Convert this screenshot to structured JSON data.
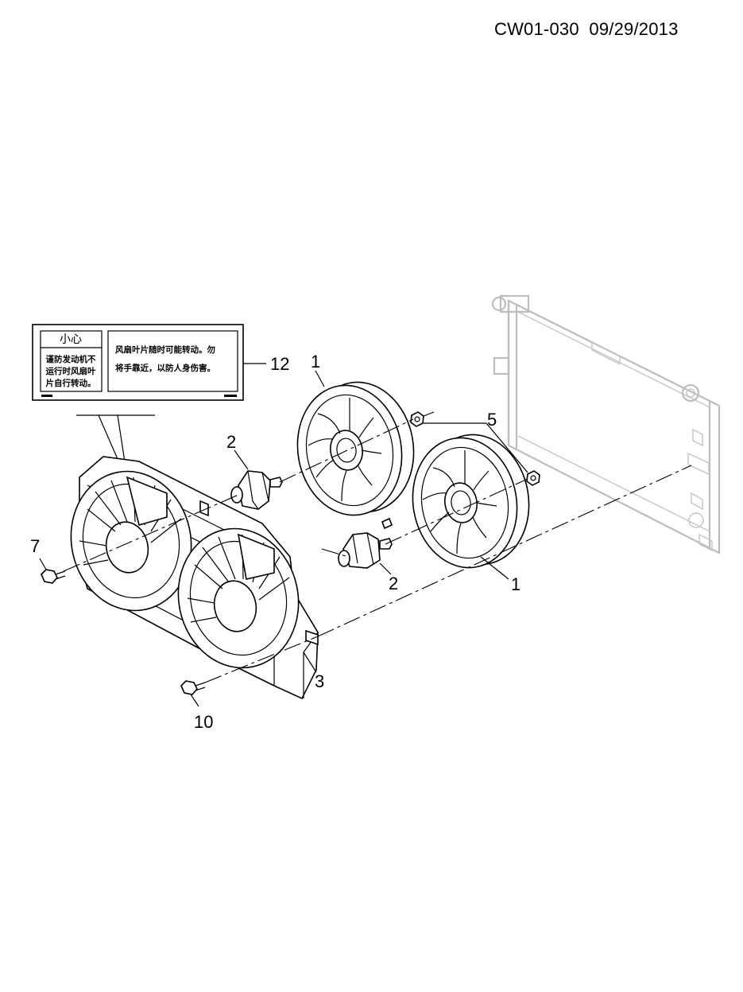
{
  "header": {
    "code": "CW01-030",
    "date": "09/29/2013"
  },
  "warning_label": {
    "heading": "小心",
    "left_lines": [
      "谨防发动机不",
      "运行时风扇叶",
      "片自行转动。"
    ],
    "right_lines": [
      "风扇叶片随时可能转动。勿",
      "将手靠近，以防人身伤害。"
    ]
  },
  "callouts": {
    "fan_upper": "1",
    "fan_lower": "1",
    "motor_upper": "2",
    "motor_lower": "2",
    "shroud": "3",
    "nut": "5",
    "bolt_left": "7",
    "bolt_lower": "10",
    "label": "12"
  },
  "colors": {
    "line": "#000000",
    "ghost_radiator": "#bdbdbd",
    "background": "#ffffff"
  }
}
